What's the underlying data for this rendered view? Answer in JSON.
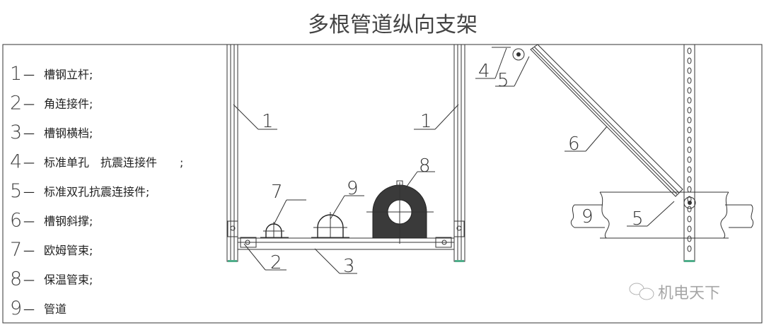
{
  "title": "多根管道纵向支架",
  "legend": [
    {
      "num": "1",
      "dash": "—",
      "text": "槽钢立杆;"
    },
    {
      "num": "2",
      "dash": "—",
      "text": "角连接件;"
    },
    {
      "num": "3",
      "dash": "—",
      "text": "槽钢横档;"
    },
    {
      "num": "4",
      "dash": "—",
      "text": "标准单孔　抗震连接件　　;"
    },
    {
      "num": "5",
      "dash": "—",
      "text": "标准双孔抗震连接件;"
    },
    {
      "num": "6",
      "dash": "—",
      "text": "槽钢斜撑;"
    },
    {
      "num": "7",
      "dash": "—",
      "text": "欧姆管束;"
    },
    {
      "num": "8",
      "dash": "—",
      "text": "保温管束;"
    },
    {
      "num": "9",
      "dash": "—",
      "text": "管道"
    }
  ],
  "callouts": {
    "left_upright": "1",
    "right_upright": "1",
    "corner_connector": "2",
    "crossbar": "3",
    "ohm_clamp": "7",
    "pipe": "9",
    "insulated_clamp": "8",
    "single_hole_connector": "4",
    "double_hole_top": "5",
    "diagonal_brace": "6",
    "double_hole_bottom": "5",
    "side_pipe": "9"
  },
  "watermark": "机电天下",
  "colors": {
    "line": "#333333",
    "accent": "#4fae8a"
  }
}
